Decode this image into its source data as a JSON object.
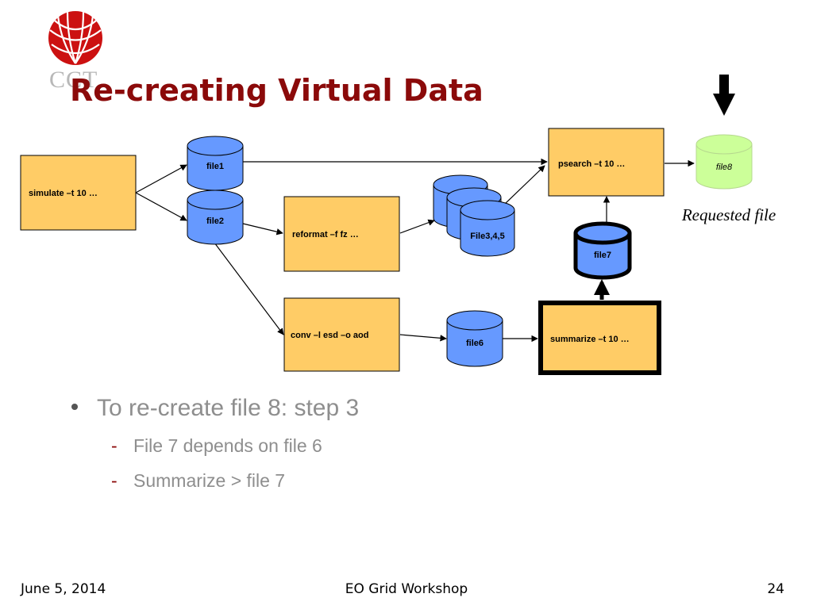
{
  "slide": {
    "logo_text": "CCT",
    "title": "Re-creating Virtual Data"
  },
  "diagram": {
    "processes": {
      "simulate": "simulate  –t 10 …",
      "reformat": "reformat  –f fz …",
      "conv": "conv  –l esd –o aod",
      "psearch": "psearch  –t 10 …",
      "summarize": "summarize  –t 10 …"
    },
    "files": {
      "file1": "file1",
      "file2": "file2",
      "file345": "File3,4,5",
      "file6": "file6",
      "file7": "file7",
      "file8": "file8"
    },
    "requested_label": "Requested file",
    "colors": {
      "process_fill": "#ffcc66",
      "file_fill": "#6699ff",
      "requested_fill": "#ccff99",
      "title": "#8b0a0a"
    }
  },
  "bullets": {
    "main": "To re-create file 8: step 3",
    "sub1": "File 7 depends on file 6",
    "sub2": "Summarize > file 7"
  },
  "footer": {
    "date": "June 5, 2014",
    "center": "EO Grid Workshop",
    "page": "24"
  }
}
